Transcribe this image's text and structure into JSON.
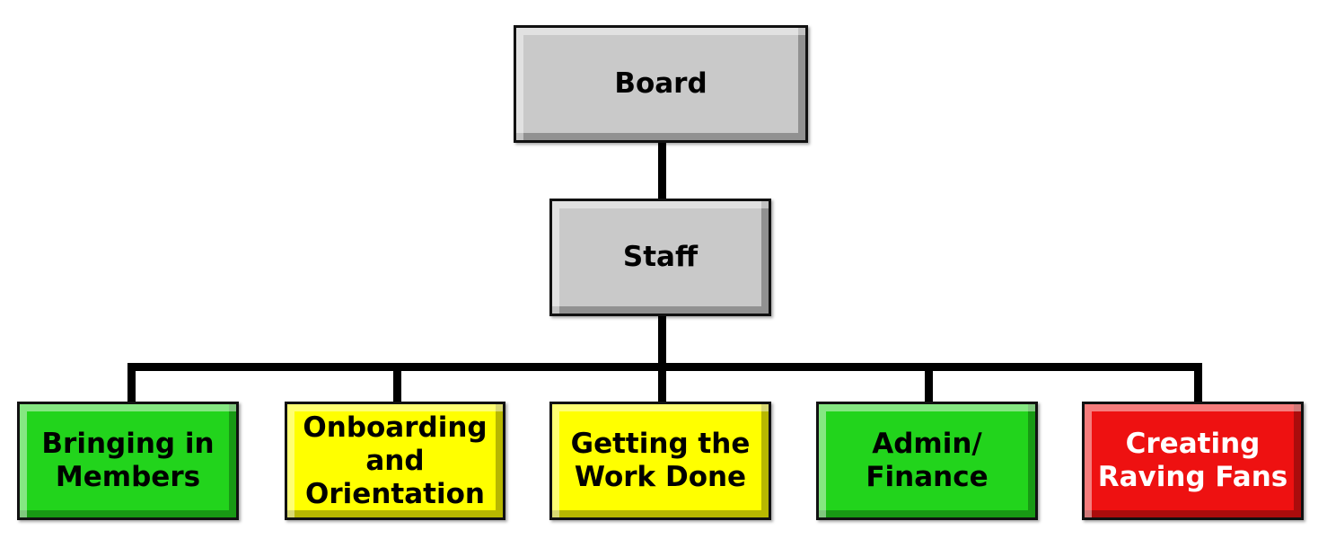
{
  "nodes": {
    "board": {
      "label": "Board",
      "color": "#c9c9c9"
    },
    "staff": {
      "label": "Staff",
      "color": "#c9c9c9"
    },
    "children": [
      {
        "label": "Bringing in\nMembers",
        "color": "#22d41c",
        "text_color": "#000000"
      },
      {
        "label": "Onboarding\nand\nOrientation",
        "color": "#ffff00",
        "text_color": "#000000"
      },
      {
        "label": "Getting the\nWork Done",
        "color": "#ffff00",
        "text_color": "#000000"
      },
      {
        "label": "Admin/\nFinance",
        "color": "#22d41c",
        "text_color": "#000000"
      },
      {
        "label": "Creating\nRaving Fans",
        "color": "#ee1111",
        "text_color": "#ffffff"
      }
    ]
  }
}
